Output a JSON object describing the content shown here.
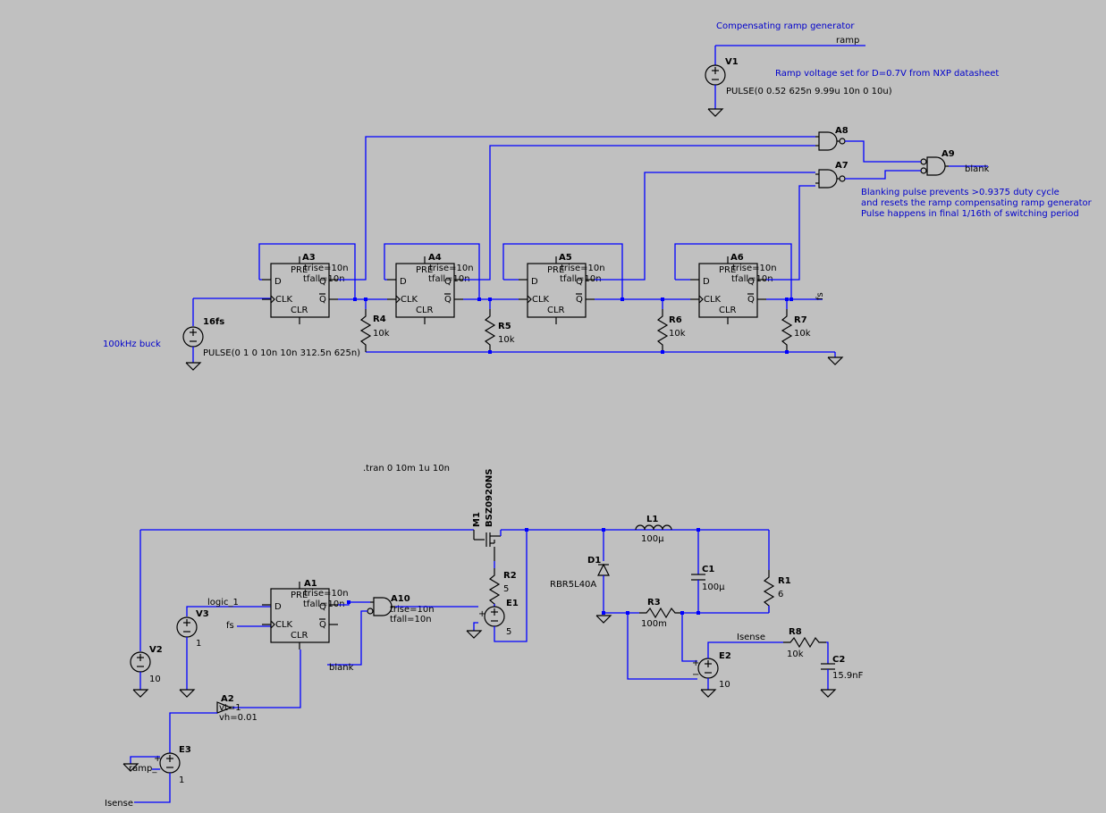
{
  "comments": {
    "ramp_title": "Compensating ramp generator",
    "ramp_note": "Ramp voltage set for D=0.7V from NXP datasheet",
    "blank_line1": "Blanking pulse prevents >0.9375 duty cycle",
    "blank_line2": "and resets the ramp compensating ramp generator",
    "blank_line3": "Pulse happens in final 1/16th of switching period",
    "buck": "100kHz buck"
  },
  "directive": ".tran 0 10m 1u 10n",
  "components": {
    "V1": {
      "name": "V1",
      "value": "PULSE(0 0.52 625n 9.99u 10n 0 10u)"
    },
    "V16": {
      "name": "16fs",
      "value": "PULSE(0 1 0 10n 10n 312.5n 625n)"
    },
    "V2": {
      "name": "V2",
      "value": "10"
    },
    "V3": {
      "name": "V3",
      "value": "1"
    },
    "A1": {
      "name": "A1",
      "p1": "trise=10n",
      "p2": "tfall=10n"
    },
    "A2": {
      "name": "A2",
      "p1": "vt=1",
      "p2": "vh=0.01"
    },
    "A3": {
      "name": "A3",
      "p1": "trise=10n",
      "p2": "tfall=10n"
    },
    "A4": {
      "name": "A4",
      "p1": "trise=10n",
      "p2": "tfall=10n"
    },
    "A5": {
      "name": "A5",
      "p1": "trise=10n",
      "p2": "tfall=10n"
    },
    "A6": {
      "name": "A6",
      "p1": "trise=10n",
      "p2": "tfall=10n"
    },
    "A7": {
      "name": "A7"
    },
    "A8": {
      "name": "A8"
    },
    "A9": {
      "name": "A9"
    },
    "A10": {
      "name": "A10",
      "p1": "trise=10n",
      "p2": "tfall=10n"
    },
    "R1": {
      "name": "R1",
      "value": "6"
    },
    "R2": {
      "name": "R2",
      "value": "5"
    },
    "R3": {
      "name": "R3",
      "value": "100m"
    },
    "R4": {
      "name": "R4",
      "value": "10k"
    },
    "R5": {
      "name": "R5",
      "value": "10k"
    },
    "R6": {
      "name": "R6",
      "value": "10k"
    },
    "R7": {
      "name": "R7",
      "value": "10k"
    },
    "R8": {
      "name": "R8",
      "value": "10k"
    },
    "C1": {
      "name": "C1",
      "value": "100µ"
    },
    "C2": {
      "name": "C2",
      "value": "15.9nF"
    },
    "L1": {
      "name": "L1",
      "value": "100µ"
    },
    "D1": {
      "name": "D1",
      "value": "RBR5L40A"
    },
    "M1": {
      "name": "M1",
      "value": "BSZ0920NS"
    },
    "E1": {
      "name": "E1",
      "value": "5"
    },
    "E2": {
      "name": "E2",
      "value": "10"
    },
    "E3": {
      "name": "E3",
      "value": "1"
    }
  },
  "ff_pins": {
    "d": "D",
    "clk": "CLK",
    "clr": "CLR",
    "pre": "PRE",
    "q": "Q",
    "qbar": "Q"
  },
  "nets": {
    "ramp": "ramp",
    "blank": "blank",
    "fs": "fs",
    "logic_1": "logic_1",
    "isense": "Isense",
    "ramp_in": "ramp_"
  },
  "signs": {
    "plus": "+",
    "minus": "−"
  },
  "colors": {
    "background": "#c0c0c0",
    "wire": "#0000ff",
    "comment": "#0000cc",
    "component": "#000000"
  }
}
